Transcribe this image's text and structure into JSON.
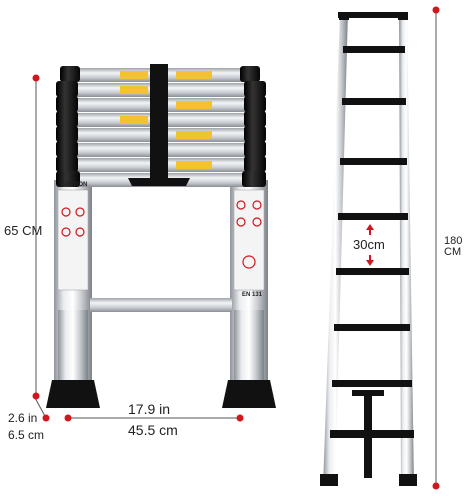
{
  "product": {
    "name": "telescopic-ladder",
    "material_color": "#c9ccd0",
    "accent_color": "#111111",
    "warning_label_color": "#f2c230",
    "dimension_marker_color": "#d0161e"
  },
  "dimensions": {
    "collapsed_height": "65 CM",
    "collapsed_width_in": "17.9 in",
    "collapsed_width_cm": "45.5 cm",
    "depth_in": "2.6 in",
    "depth_cm": "6.5 cm",
    "extended_height": "180 CM",
    "rung_spacing": "30cm"
  },
  "labels": {
    "caution": "CAUTION",
    "standard": "EN 131"
  },
  "views": {
    "collapsed": {
      "rung_count": 8
    },
    "extended": {
      "rung_count": 9
    }
  }
}
